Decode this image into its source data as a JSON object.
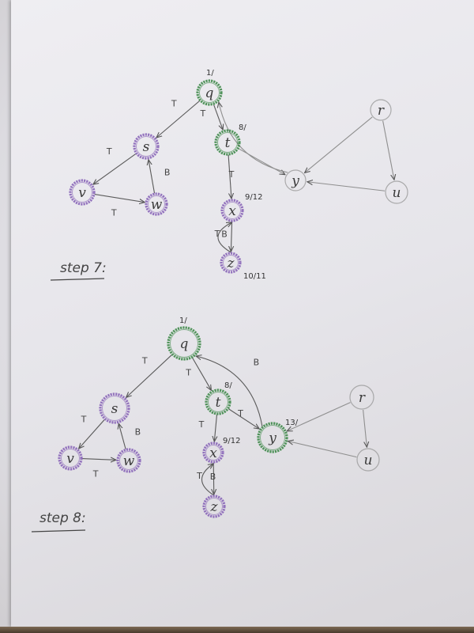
{
  "colors": {
    "ink": "#555555",
    "green": "#3f8a4a",
    "purple": "#8a66b8",
    "gray": "#9a9a9a"
  },
  "step7": {
    "caption": "step 7:",
    "nodes": [
      {
        "id": "q7",
        "label": "q",
        "color": "green",
        "timestamp": "1/"
      },
      {
        "id": "s7",
        "label": "s",
        "color": "purple",
        "timestamp": ""
      },
      {
        "id": "t7",
        "label": "t",
        "color": "green",
        "timestamp": "8/"
      },
      {
        "id": "v7",
        "label": "v",
        "color": "purple",
        "timestamp": ""
      },
      {
        "id": "w7",
        "label": "w",
        "color": "purple",
        "timestamp": ""
      },
      {
        "id": "x7",
        "label": "x",
        "color": "purple",
        "timestamp": "9/12"
      },
      {
        "id": "z7",
        "label": "z",
        "color": "purple",
        "timestamp": "10/11"
      },
      {
        "id": "y7",
        "label": "y",
        "color": "gray",
        "timestamp": ""
      },
      {
        "id": "r7",
        "label": "r",
        "color": "gray",
        "timestamp": ""
      },
      {
        "id": "u7",
        "label": "u",
        "color": "gray",
        "timestamp": ""
      }
    ],
    "edges": [
      {
        "from": "q7",
        "to": "s7",
        "label": "T"
      },
      {
        "from": "q7",
        "to": "t7",
        "label": "T"
      },
      {
        "from": "s7",
        "to": "v7",
        "label": "T"
      },
      {
        "from": "v7",
        "to": "w7",
        "label": "T"
      },
      {
        "from": "w7",
        "to": "s7",
        "label": "B"
      },
      {
        "from": "t7",
        "to": "x7",
        "label": "T"
      },
      {
        "from": "x7",
        "to": "z7",
        "label": "T"
      },
      {
        "from": "z7",
        "to": "x7",
        "label": "B"
      },
      {
        "from": "t7",
        "to": "y7",
        "label": ""
      },
      {
        "from": "y7",
        "to": "q7",
        "label": ""
      },
      {
        "from": "r7",
        "to": "y7",
        "label": ""
      },
      {
        "from": "r7",
        "to": "u7",
        "label": ""
      },
      {
        "from": "u7",
        "to": "y7",
        "label": ""
      }
    ]
  },
  "step8": {
    "caption": "step 8:",
    "nodes": [
      {
        "id": "q8",
        "label": "q",
        "color": "green",
        "timestamp": "1/"
      },
      {
        "id": "s8",
        "label": "s",
        "color": "purple",
        "timestamp": ""
      },
      {
        "id": "t8",
        "label": "t",
        "color": "green",
        "timestamp": "8/"
      },
      {
        "id": "v8",
        "label": "v",
        "color": "purple",
        "timestamp": ""
      },
      {
        "id": "w8",
        "label": "w",
        "color": "purple",
        "timestamp": ""
      },
      {
        "id": "x8",
        "label": "x",
        "color": "purple",
        "timestamp": "9/12"
      },
      {
        "id": "z8",
        "label": "z",
        "color": "purple",
        "timestamp": ""
      },
      {
        "id": "y8",
        "label": "y",
        "color": "green",
        "timestamp": "13/"
      },
      {
        "id": "r8",
        "label": "r",
        "color": "gray",
        "timestamp": ""
      },
      {
        "id": "u8",
        "label": "u",
        "color": "gray",
        "timestamp": ""
      }
    ],
    "edges": [
      {
        "from": "q8",
        "to": "s8",
        "label": "T"
      },
      {
        "from": "q8",
        "to": "t8",
        "label": "T"
      },
      {
        "from": "s8",
        "to": "v8",
        "label": "T"
      },
      {
        "from": "v8",
        "to": "w8",
        "label": "T"
      },
      {
        "from": "w8",
        "to": "s8",
        "label": "B"
      },
      {
        "from": "t8",
        "to": "x8",
        "label": "T"
      },
      {
        "from": "x8",
        "to": "z8",
        "label": "T"
      },
      {
        "from": "z8",
        "to": "x8",
        "label": "B"
      },
      {
        "from": "t8",
        "to": "y8",
        "label": "T"
      },
      {
        "from": "y8",
        "to": "q8",
        "label": "B"
      },
      {
        "from": "r8",
        "to": "y8",
        "label": ""
      },
      {
        "from": "r8",
        "to": "u8",
        "label": ""
      },
      {
        "from": "u8",
        "to": "y8",
        "label": ""
      }
    ]
  }
}
